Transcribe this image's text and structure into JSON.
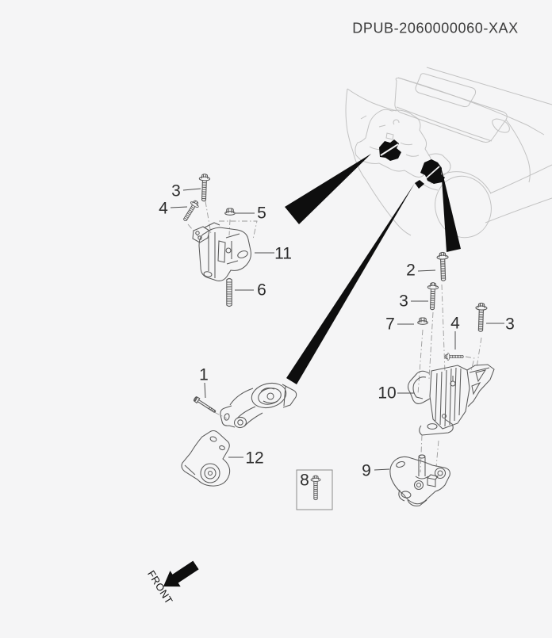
{
  "title": "DPUB-2060000060-XAX",
  "front_label": "FRONT",
  "diagram_type": "exploded-parts-diagram",
  "callouts": [
    {
      "id": "part-3-upper-left",
      "text": "3"
    },
    {
      "id": "part-4-upper-left",
      "text": "4"
    },
    {
      "id": "part-5",
      "text": "5"
    },
    {
      "id": "part-11",
      "text": "11"
    },
    {
      "id": "part-6",
      "text": "6"
    },
    {
      "id": "part-1",
      "text": "1"
    },
    {
      "id": "part-12",
      "text": "12"
    },
    {
      "id": "part-8",
      "text": "8"
    },
    {
      "id": "part-2",
      "text": "2"
    },
    {
      "id": "part-3-right-upper",
      "text": "3"
    },
    {
      "id": "part-7",
      "text": "7"
    },
    {
      "id": "part-4-right",
      "text": "4"
    },
    {
      "id": "part-3-right-outer",
      "text": "3"
    },
    {
      "id": "part-10",
      "text": "10"
    },
    {
      "id": "part-9",
      "text": "9"
    }
  ],
  "colors": {
    "background": "#f5f5f6",
    "part_line": "#5a5a5a",
    "car_line": "#c2c2c2",
    "centerline": "#9a9a9a",
    "leader_line": "#4d4d4d",
    "solid_black": "#0e0e0e",
    "callout_text": "#2d2d2d"
  }
}
